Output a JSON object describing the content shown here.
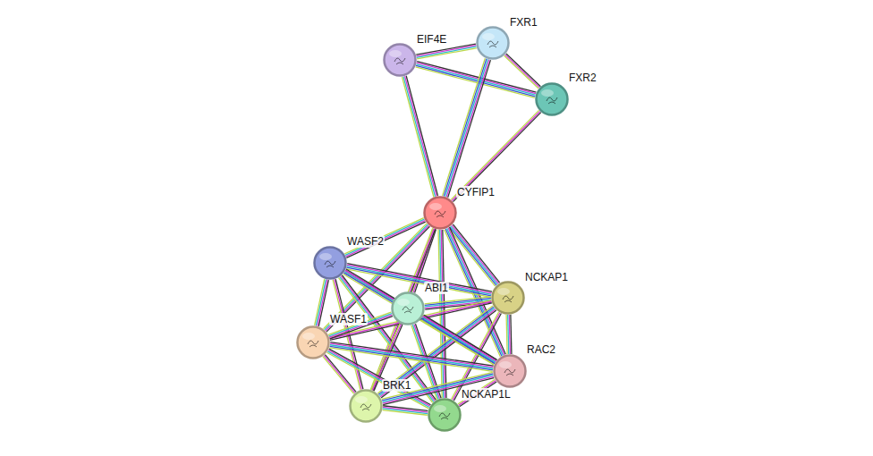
{
  "diagram": {
    "nodes": [
      {
        "text": [
          "FXR1"
        ]
      },
      {
        "text": [
          "EIF4E"
        ]
      },
      {
        "text": [
          "FXR2"
        ]
      },
      {
        "text": [
          "CYFIP1"
        ]
      },
      {
        "text": [
          "WASF2"
        ]
      },
      {
        "text": [
          "NCKAP1"
        ]
      },
      {
        "text": [
          "ABI1"
        ]
      },
      {
        "text": [
          "WASF1"
        ]
      },
      {
        "text": [
          "RAC2"
        ]
      },
      {
        "text": [
          "BRK1"
        ]
      },
      {
        "text": [
          "NCKAP1L"
        ]
      }
    ],
    "edges": [
      {
        "from": 1,
        "to": 0,
        "arrow": "none"
      },
      {
        "from": 1,
        "to": 2,
        "arrow": "none"
      },
      {
        "from": 0,
        "to": 2,
        "arrow": "none"
      },
      {
        "from": 1,
        "to": 3,
        "arrow": "none"
      },
      {
        "from": 0,
        "to": 3,
        "arrow": "none"
      },
      {
        "from": 2,
        "to": 3,
        "arrow": "none"
      },
      {
        "from": 3,
        "to": 4,
        "arrow": "none"
      },
      {
        "from": 3,
        "to": 5,
        "arrow": "none"
      },
      {
        "from": 3,
        "to": 6,
        "arrow": "none"
      },
      {
        "from": 3,
        "to": 7,
        "arrow": "none"
      },
      {
        "from": 3,
        "to": 8,
        "arrow": "none"
      },
      {
        "from": 3,
        "to": 9,
        "arrow": "none"
      },
      {
        "from": 3,
        "to": 10,
        "arrow": "none"
      },
      {
        "from": 4,
        "to": 5,
        "arrow": "none"
      },
      {
        "from": 4,
        "to": 6,
        "arrow": "none"
      },
      {
        "from": 4,
        "to": 7,
        "arrow": "none"
      },
      {
        "from": 4,
        "to": 8,
        "arrow": "none"
      },
      {
        "from": 4,
        "to": 9,
        "arrow": "none"
      },
      {
        "from": 4,
        "to": 10,
        "arrow": "none"
      },
      {
        "from": 5,
        "to": 6,
        "arrow": "none"
      },
      {
        "from": 5,
        "to": 7,
        "arrow": "none"
      },
      {
        "from": 5,
        "to": 8,
        "arrow": "none"
      },
      {
        "from": 5,
        "to": 9,
        "arrow": "none"
      },
      {
        "from": 5,
        "to": 10,
        "arrow": "none"
      },
      {
        "from": 6,
        "to": 7,
        "arrow": "none"
      },
      {
        "from": 6,
        "to": 8,
        "arrow": "none"
      },
      {
        "from": 6,
        "to": 9,
        "arrow": "none"
      },
      {
        "from": 6,
        "to": 10,
        "arrow": "none"
      },
      {
        "from": 7,
        "to": 8,
        "arrow": "none"
      },
      {
        "from": 7,
        "to": 9,
        "arrow": "none"
      },
      {
        "from": 7,
        "to": 10,
        "arrow": "none"
      },
      {
        "from": 8,
        "to": 9,
        "arrow": "none"
      },
      {
        "from": 8,
        "to": 10,
        "arrow": "none"
      },
      {
        "from": 9,
        "to": 10,
        "arrow": "none"
      }
    ]
  }
}
